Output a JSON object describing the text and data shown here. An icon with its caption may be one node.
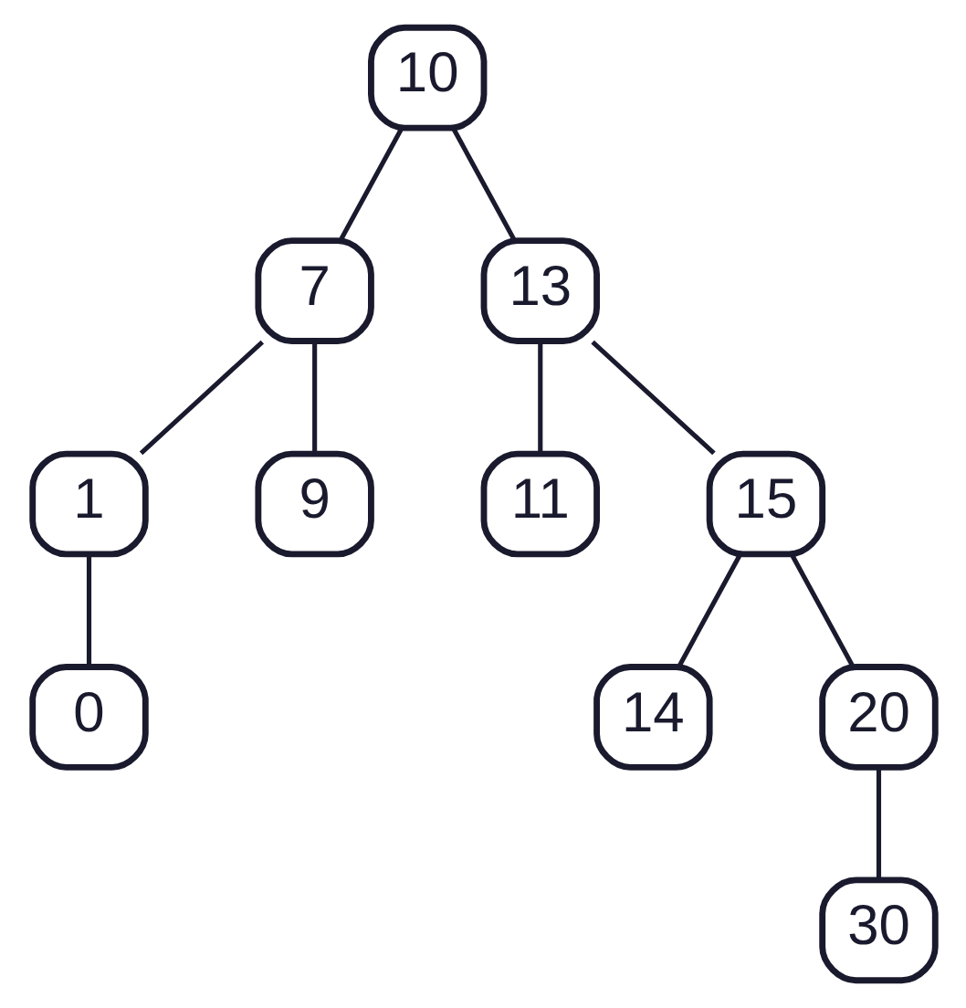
{
  "diagram": {
    "nodes": [
      {
        "text": [
          "10"
        ]
      },
      {
        "text": [
          "7"
        ]
      },
      {
        "text": [
          "13"
        ]
      },
      {
        "text": [
          "1"
        ]
      },
      {
        "text": [
          "9"
        ]
      },
      {
        "text": [
          "11"
        ]
      },
      {
        "text": [
          "15"
        ]
      },
      {
        "text": [
          "0"
        ]
      },
      {
        "text": [
          "14"
        ]
      },
      {
        "text": [
          "20"
        ]
      },
      {
        "text": [
          "30"
        ]
      }
    ],
    "edges": [
      {
        "from": 0,
        "to": 1,
        "arrow": "none"
      },
      {
        "from": 0,
        "to": 2,
        "arrow": "none"
      },
      {
        "from": 1,
        "to": 3,
        "arrow": "none"
      },
      {
        "from": 1,
        "to": 4,
        "arrow": "none"
      },
      {
        "from": 2,
        "to": 5,
        "arrow": "none"
      },
      {
        "from": 2,
        "to": 6,
        "arrow": "none"
      },
      {
        "from": 3,
        "to": 7,
        "arrow": "none"
      },
      {
        "from": 6,
        "to": 8,
        "arrow": "none"
      },
      {
        "from": 6,
        "to": 9,
        "arrow": "none"
      },
      {
        "from": 9,
        "to": 10,
        "arrow": "none"
      }
    ]
  }
}
